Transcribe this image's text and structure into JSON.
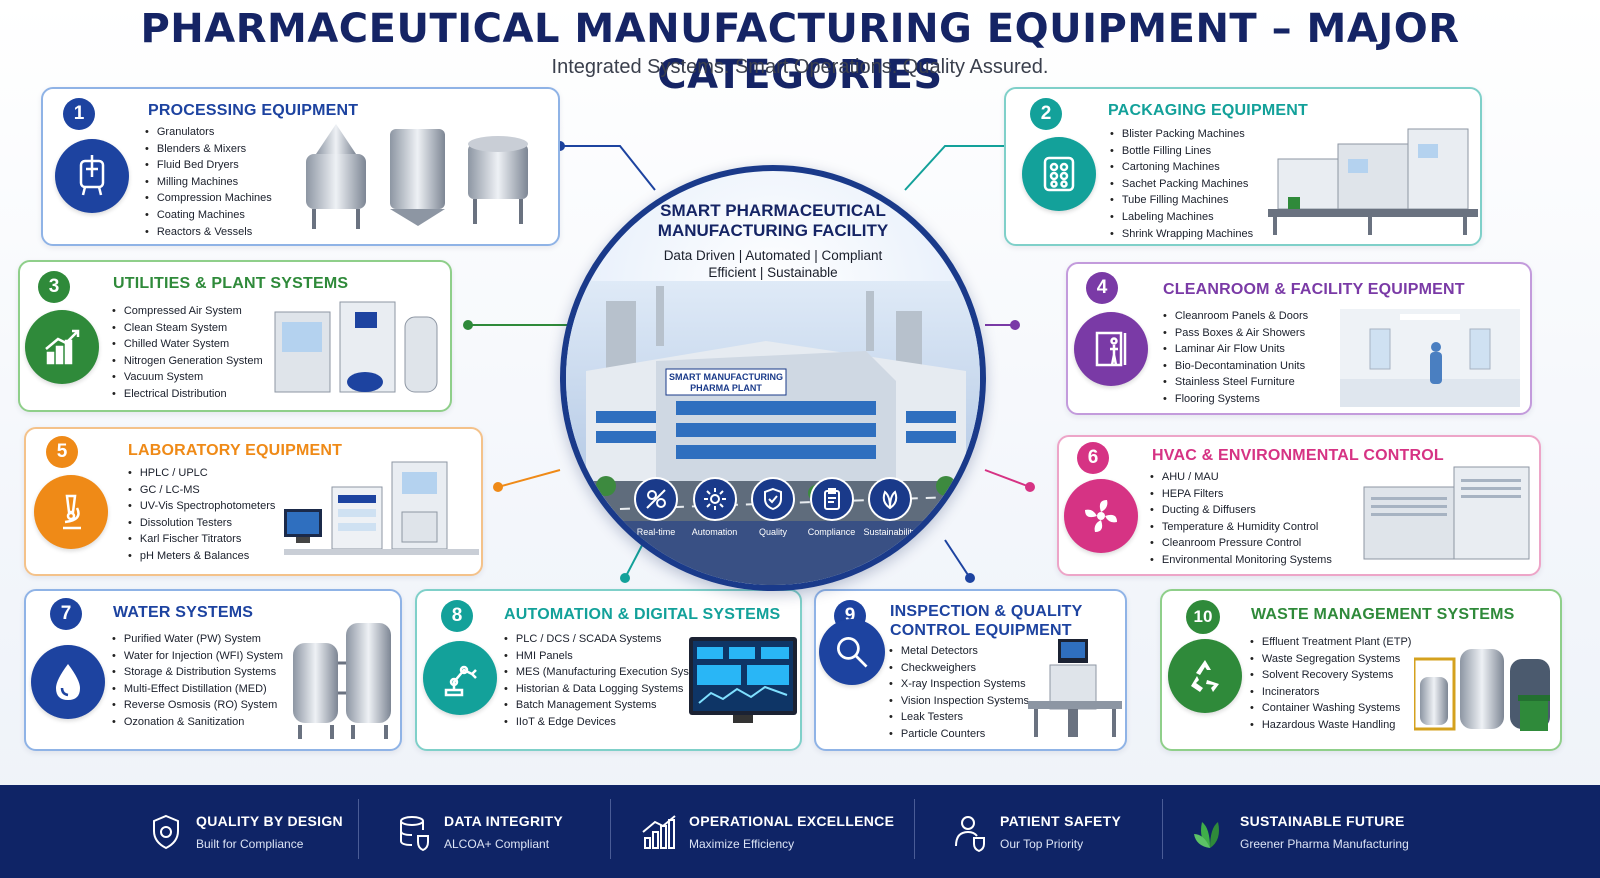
{
  "header": {
    "title": "PHARMACEUTICAL MANUFACTURING EQUIPMENT – MAJOR CATEGORIES",
    "subtitle": "Integrated Systems. Smart Operations. Quality Assured."
  },
  "hub": {
    "title_line1": "SMART PHARMACEUTICAL",
    "title_line2": "MANUFACTURING FACILITY",
    "sub_line1": "Data Driven | Automated | Compliant",
    "sub_line2": "Efficient | Sustainable",
    "building_sign_line1": "SMART MANUFACTURING",
    "building_sign_line2": "PHARMA PLANT",
    "icons": [
      {
        "label": "Real-time",
        "icon": "dashboard-icon"
      },
      {
        "label": "Automation",
        "icon": "gear-icon"
      },
      {
        "label": "Quality",
        "icon": "shield-check-icon"
      },
      {
        "label": "Compliance",
        "icon": "clipboard-icon"
      },
      {
        "label": "Sustainability",
        "icon": "leaf-icon"
      }
    ]
  },
  "categories": [
    {
      "num": "1",
      "title": "PROCESSING EQUIPMENT",
      "color": "#1d43a0",
      "icon": "mixing-vessel-icon",
      "items": [
        "Granulators",
        "Blenders & Mixers",
        "Fluid Bed Dryers",
        "Milling Machines",
        "Compression Machines",
        "Coating Machines",
        "Reactors & Vessels"
      ]
    },
    {
      "num": "2",
      "title": "PACKAGING EQUIPMENT",
      "color": "#13a19a",
      "icon": "blister-pack-icon",
      "items": [
        "Blister Packing Machines",
        "Bottle Filling Lines",
        "Cartoning Machines",
        "Sachet Packing Machines",
        "Tube Filling Machines",
        "Labeling Machines",
        "Shrink Wrapping Machines"
      ]
    },
    {
      "num": "3",
      "title": "UTILITIES & PLANT SYSTEMS",
      "color": "#2f8a3a",
      "icon": "growth-chart-icon",
      "items": [
        "Compressed Air System",
        "Clean Steam System",
        "Chilled Water System",
        "Nitrogen Generation System",
        "Vacuum System",
        "Electrical Distribution"
      ]
    },
    {
      "num": "4",
      "title": "CLEANROOM & FACILITY EQUIPMENT",
      "color": "#7a3aa6",
      "icon": "cleanroom-door-icon",
      "items": [
        "Cleanroom Panels & Doors",
        "Pass Boxes & Air Showers",
        "Laminar Air Flow Units",
        "Bio-Decontamination Units",
        "Stainless Steel Furniture",
        "Flooring Systems"
      ]
    },
    {
      "num": "5",
      "title": "LABORATORY EQUIPMENT",
      "color": "#ef8a17",
      "icon": "microscope-icon",
      "items": [
        "HPLC / UPLC",
        "GC / LC-MS",
        "UV-Vis Spectrophotometers",
        "Dissolution Testers",
        "Karl Fischer Titrators",
        "pH Meters & Balances"
      ]
    },
    {
      "num": "6",
      "title": "HVAC & ENVIRONMENTAL CONTROL",
      "color": "#d63384",
      "icon": "fan-icon",
      "items": [
        "AHU / MAU",
        "HEPA Filters",
        "Ducting & Diffusers",
        "Temperature & Humidity Control",
        "Cleanroom Pressure Control",
        "Environmental Monitoring Systems"
      ]
    },
    {
      "num": "7",
      "title": "WATER SYSTEMS",
      "color": "#1d43a0",
      "icon": "water-drop-icon",
      "items": [
        "Purified Water (PW) System",
        "Water for Injection (WFI) System",
        "Storage & Distribution Systems",
        "Multi-Effect Distillation (MED)",
        "Reverse Osmosis (RO) System",
        "Ozonation & Sanitization"
      ]
    },
    {
      "num": "8",
      "title": "AUTOMATION & DIGITAL SYSTEMS",
      "color": "#13a19a",
      "icon": "robot-arm-icon",
      "items": [
        "PLC / DCS / SCADA Systems",
        "HMI Panels",
        "MES (Manufacturing Execution System)",
        "Historian & Data Logging Systems",
        "Batch Management Systems",
        "IIoT & Edge Devices"
      ]
    },
    {
      "num": "9",
      "title_line1": "INSPECTION & QUALITY",
      "title_line2": "CONTROL EQUIPMENT",
      "color": "#1d43a0",
      "icon": "magnifier-icon",
      "items": [
        "Metal Detectors",
        "Checkweighers",
        "X-ray Inspection Systems",
        "Vision Inspection Systems",
        "Leak Testers",
        "Particle Counters"
      ]
    },
    {
      "num": "10",
      "title": "WASTE MANAGEMENT SYSTEMS",
      "color": "#2f8a3a",
      "icon": "recycle-icon",
      "items": [
        "Effluent Treatment Plant (ETP)",
        "Waste Segregation Systems",
        "Solvent Recovery Systems",
        "Incinerators",
        "Container Washing Systems",
        "Hazardous Waste Handling"
      ]
    }
  ],
  "footer": [
    {
      "title": "QUALITY BY DESIGN",
      "sub": "Built for Compliance",
      "icon": "shield-check-icon"
    },
    {
      "title": "DATA INTEGRITY",
      "sub": "ALCOA+ Compliant",
      "icon": "database-icon"
    },
    {
      "title": "OPERATIONAL EXCELLENCE",
      "sub": "Maximize Efficiency",
      "icon": "bar-chart-icon"
    },
    {
      "title": "PATIENT SAFETY",
      "sub": "Our Top Priority",
      "icon": "patient-icon"
    },
    {
      "title": "SUSTAINABLE FUTURE",
      "sub": "Greener Pharma Manufacturing",
      "icon": "leaf-icon"
    }
  ]
}
